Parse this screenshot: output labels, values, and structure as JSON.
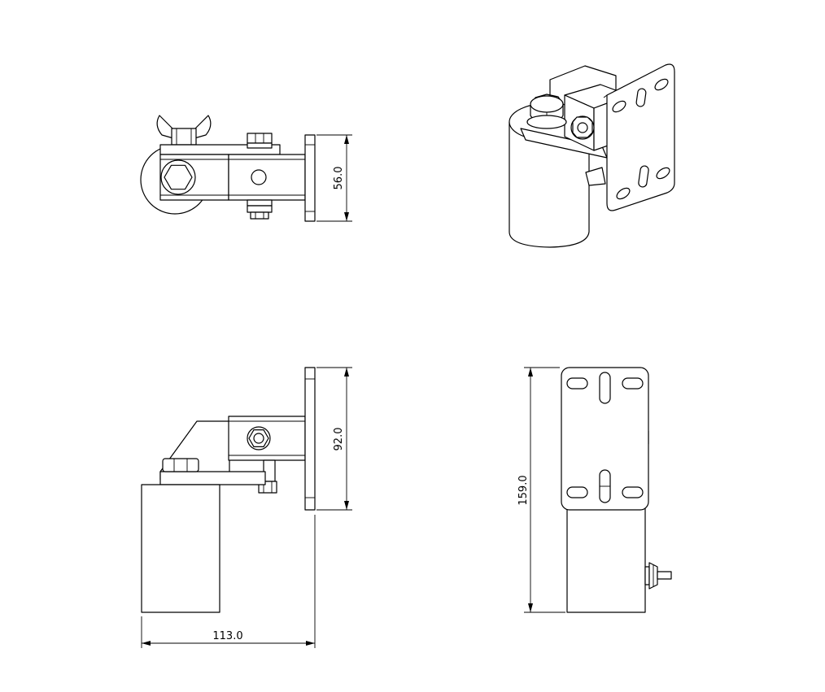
{
  "drawing": {
    "views": [
      "top-view",
      "isometric-view",
      "front-view",
      "side-view"
    ],
    "dimensions": {
      "top_height": "56.0",
      "front_height": "92.0",
      "front_width": "113.0",
      "side_height": "159.0"
    }
  }
}
